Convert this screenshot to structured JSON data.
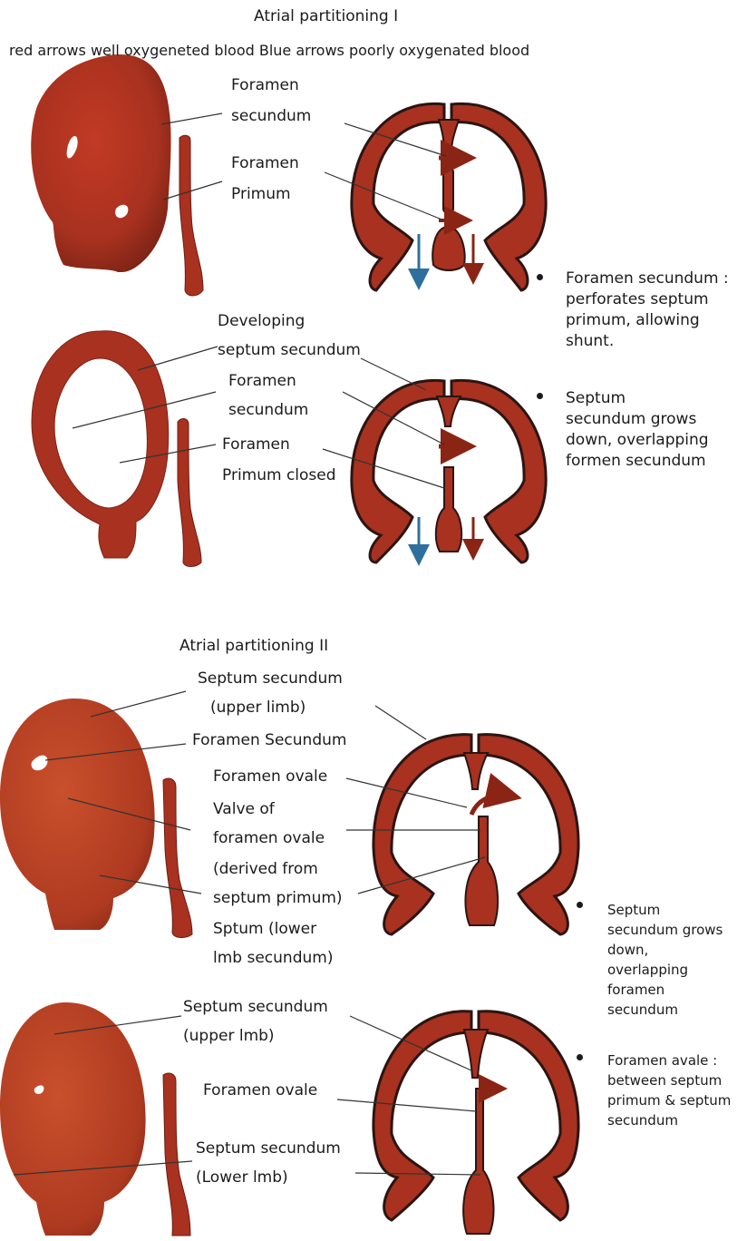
{
  "section1": {
    "title": "Atrial partitioning I",
    "legend": "red arrows well oxygeneted blood  Blue arrows poorly oxygenated blood",
    "panelA": {
      "labels": [
        "Foramen",
        "secundum",
        "Foramen",
        "Primum"
      ]
    },
    "panelB": {
      "labels": [
        "Developing",
        "septum secundum",
        "Foramen",
        "secundum",
        "Foramen",
        "Primum closed"
      ]
    },
    "notes": [
      {
        "lines": [
          "Foramen secundum :",
          "perforates septum",
          "primum, allowing",
          "shunt."
        ]
      },
      {
        "lines": [
          "Septum",
          "secundum grows",
          "down, overlapping",
          "formen secundum"
        ]
      }
    ]
  },
  "section2": {
    "title": "Atrial partitioning II",
    "panelC": {
      "labels": [
        "Septum secundum",
        "(upper limb)",
        "Foramen Secundum",
        "Foramen ovale",
        "Valve of",
        "foramen ovale",
        "(derived from",
        "septum primum)",
        "Sptum (lower",
        "lmb secundum)"
      ]
    },
    "panelD": {
      "labels": [
        "Septum secundum",
        "(upper lmb)",
        "Foramen ovale",
        "Septum secundum",
        "(Lower lmb)"
      ]
    },
    "notes": [
      {
        "lines": [
          "Septum",
          "secundum grows",
          "down,",
          "overlapping",
          "foramen",
          "secundum"
        ]
      },
      {
        "lines": [
          "Foramen avale :",
          "between septum",
          "primum & septum",
          "secundum"
        ]
      }
    ]
  },
  "colors": {
    "tissue": "#a8311f",
    "tissue_dark": "#5a1a12",
    "outline": "#2b1512",
    "arrow_blue": "#2f6f9e"
  }
}
